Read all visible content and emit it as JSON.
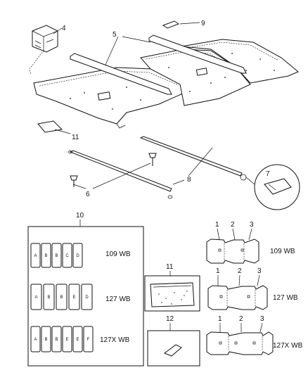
{
  "callouts": {
    "c4": "4",
    "c5": "5",
    "c9": "9",
    "c11_top": "11",
    "c6": "6",
    "c8": "8",
    "c7": "7",
    "c10": "10",
    "c11_box": "11",
    "c12": "12"
  },
  "set_109": {
    "label": "109 WB",
    "segments": [
      "A",
      "B",
      "B",
      "C",
      "D"
    ],
    "n1": "1",
    "n2": "2",
    "n3": "3"
  },
  "set_127": {
    "label": "127 WB",
    "segments": [
      "A",
      "B",
      "B",
      "E",
      "D"
    ],
    "n1": "1",
    "n2": "2",
    "n3": "3"
  },
  "set_127x": {
    "label": "127X WB",
    "segments": [
      "A",
      "B",
      "B",
      "E",
      "E",
      "F"
    ],
    "n1": "1",
    "n2": "2",
    "n3": "3"
  }
}
